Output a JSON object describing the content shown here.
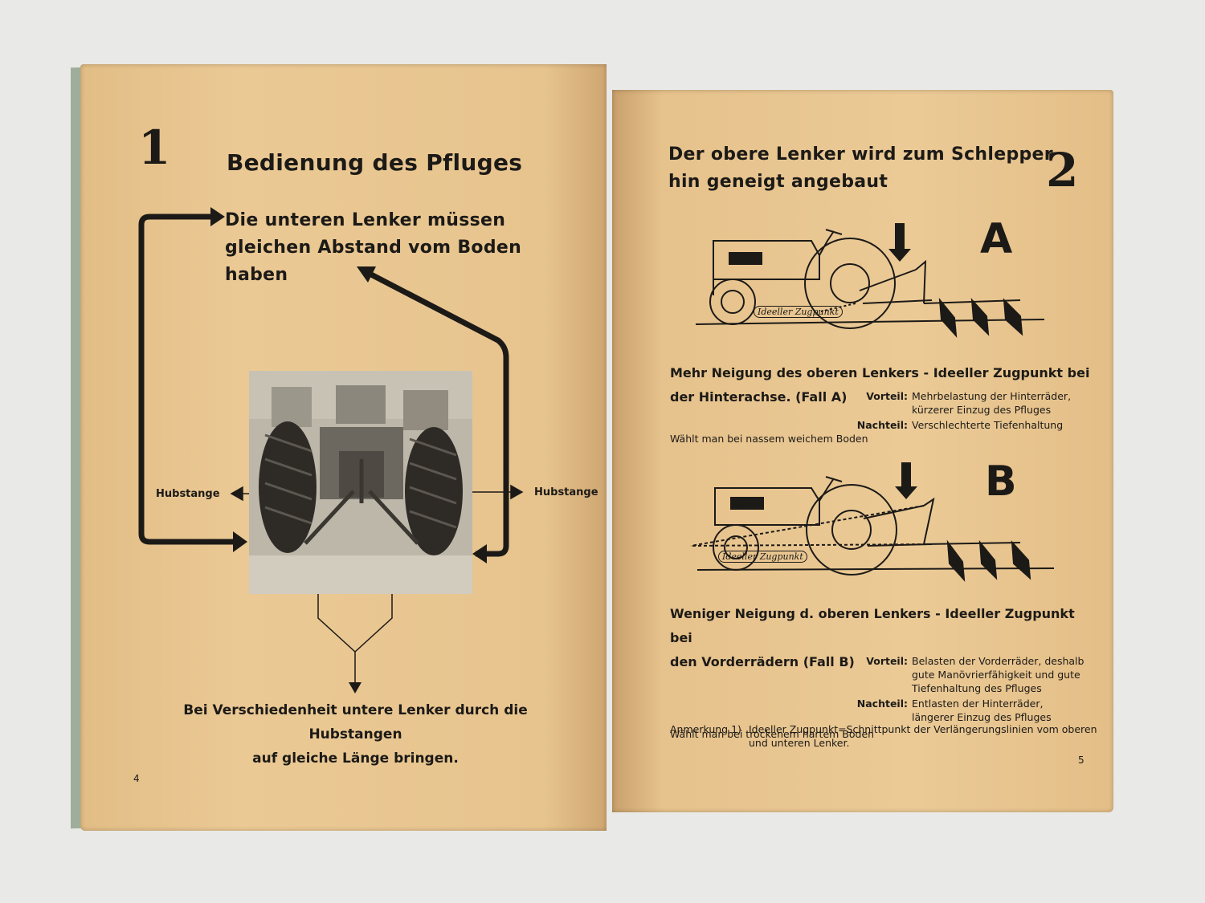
{
  "left_page": {
    "section_number": "1",
    "title": "Bedienung des Pfluges",
    "subtitle_lines": [
      "Die unteren Lenker müssen",
      "gleichen Abstand vom Boden",
      "haben"
    ],
    "label_left": "Hubstange",
    "label_right": "Hubstange",
    "bottom_lines": [
      "Bei Verschiedenheit untere Lenker durch die Hubstangen",
      "auf gleiche Länge bringen."
    ],
    "page_number": "4"
  },
  "right_page": {
    "section_number": "2",
    "title_lines": [
      "Der obere Lenker wird zum Schlepper",
      "hin geneigt angebaut"
    ],
    "case_a": {
      "letter": "A",
      "diagram_label": "Ideeller Zugpunkt",
      "caption_line1": "Mehr Neigung des oberen Lenkers - Ideeller Zugpunkt bei",
      "caption_line2": "der Hinterachse. (Fall A)",
      "vorteil_label": "Vorteil:",
      "vorteil_lines": [
        "Mehrbelastung der Hinterräder,",
        "kürzerer Einzug des Pfluges"
      ],
      "nachteil_label": "Nachteil:",
      "nachteil_lines": [
        "Verschlechterte Tiefenhaltung"
      ],
      "note": "Wählt man bei nassem weichem Boden"
    },
    "case_b": {
      "letter": "B",
      "diagram_label": "Ideeller Zugpunkt",
      "caption_line1": "Weniger Neigung d. oberen Lenkers - Ideeller Zugpunkt bei",
      "caption_line2": "den Vorderrädern (Fall B)",
      "vorteil_label": "Vorteil:",
      "vorteil_lines": [
        "Belasten der Vorderräder, deshalb",
        "gute Manövrierfähigkeit und gute",
        "Tiefenhaltung des Pfluges"
      ],
      "nachteil_label": "Nachteil:",
      "nachteil_lines": [
        "Entlasten der Hinterräder,",
        "längerer Einzug des Pfluges"
      ],
      "note": "Wählt man bei trockenem hartem Boden"
    },
    "footnote_label": "Anmerkung 1)",
    "footnote_lines": [
      "Ideeller Zugpunkt=Schnittpunkt der Verlängerungslinien vom oberen",
      "und unteren Lenker."
    ],
    "page_number": "5"
  }
}
